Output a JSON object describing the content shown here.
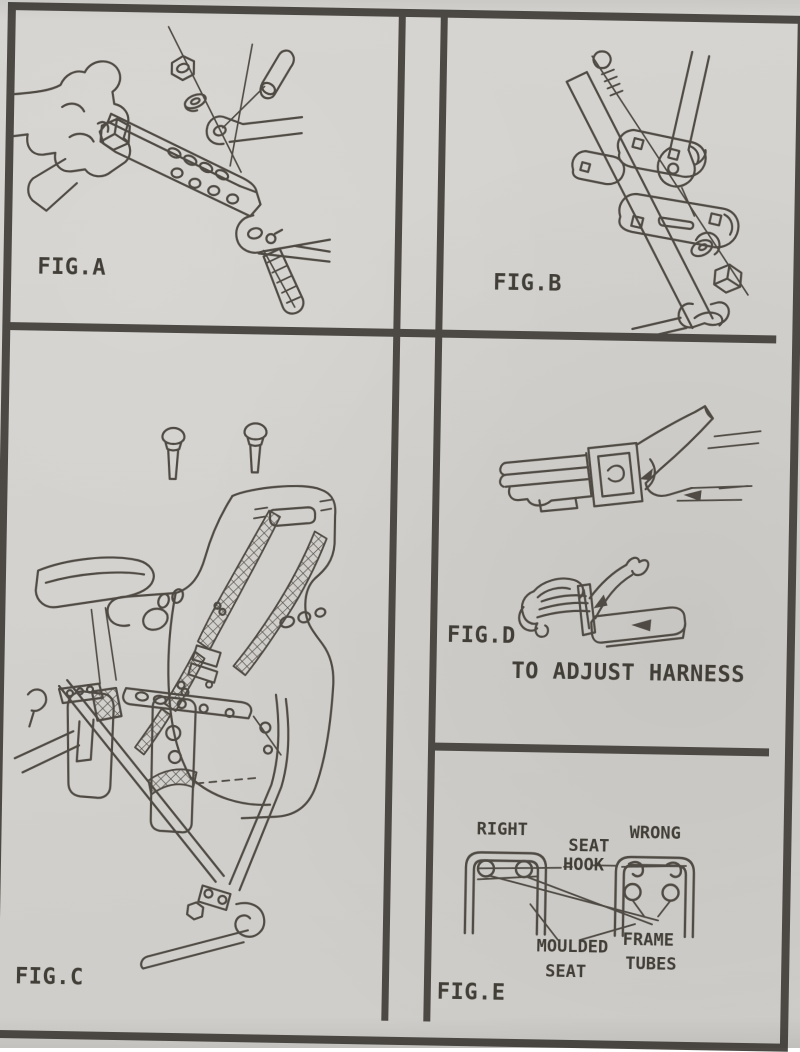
{
  "page": {
    "type": "scanned instruction sheet",
    "paper_color": "#d3d1cd",
    "ink_color": "#4f4b44",
    "border_color": "#4c4944",
    "text_color": "#413e37"
  },
  "figures": {
    "a": {
      "label": "FIG.A"
    },
    "b": {
      "label": "FIG.B"
    },
    "c": {
      "label": "FIG.C"
    },
    "d": {
      "label": "FIG.D",
      "caption": "TO ADJUST HARNESS"
    },
    "e": {
      "label": "FIG.E",
      "right": "RIGHT",
      "wrong": "WRONG",
      "seat_hook": [
        "SEAT",
        "HOOK"
      ],
      "moulded_seat": [
        "MOULDED",
        "SEAT"
      ],
      "frame_tubes": [
        "FRAME",
        "TUBES"
      ]
    }
  }
}
